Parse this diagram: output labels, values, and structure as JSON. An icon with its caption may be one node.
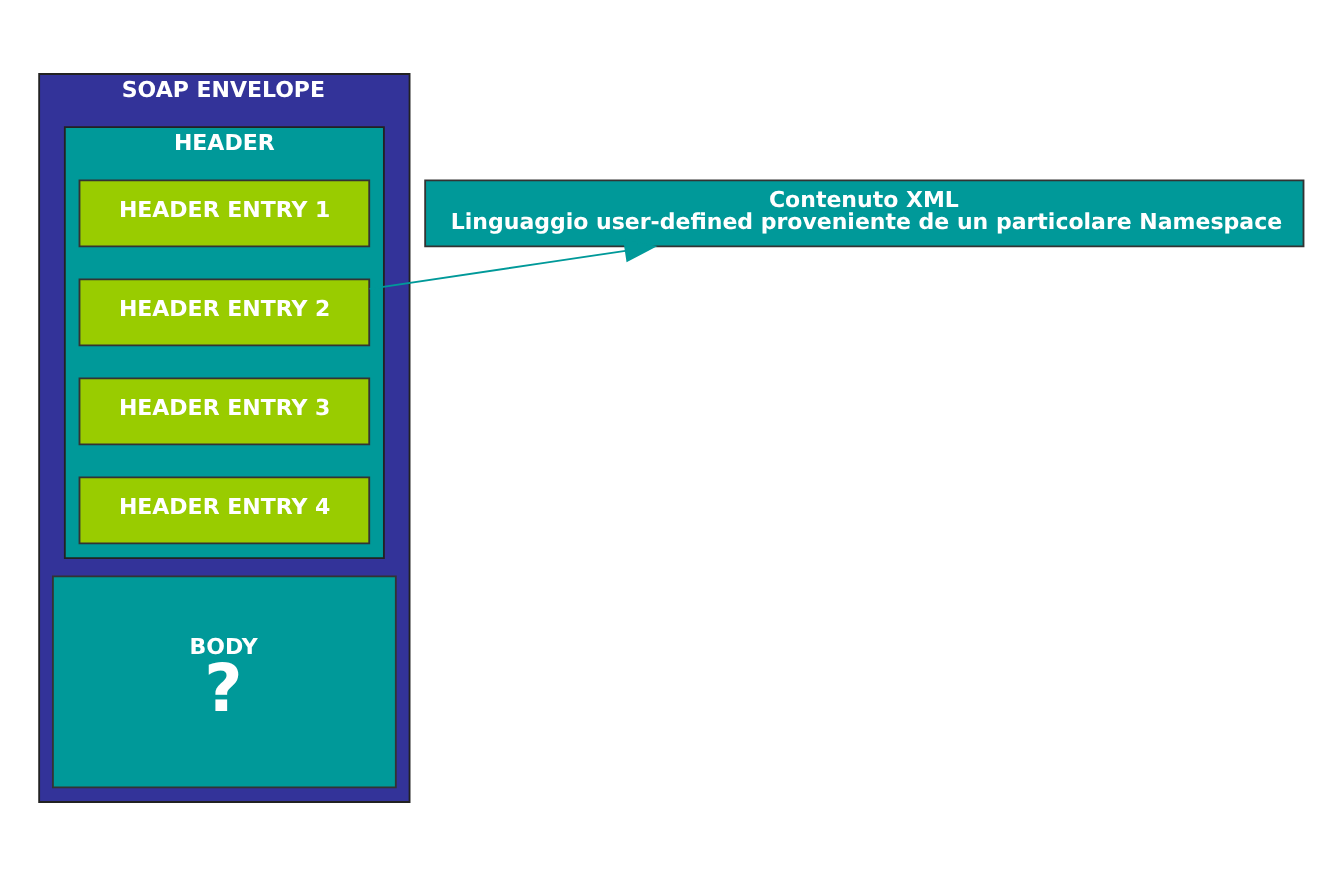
{
  "diagram": {
    "nodes": [
      {
        "text": [
          "SOAP ENVELOPE"
        ]
      },
      {
        "text": [
          "HEADER"
        ],
        "in": 0
      },
      {
        "text": [
          "HEADER ENTRY 1"
        ],
        "in": 1
      },
      {
        "text": [
          "HEADER ENTRY 2"
        ],
        "in": 1
      },
      {
        "text": [
          "HEADER ENTRY 3"
        ],
        "in": 1
      },
      {
        "text": [
          "HEADER ENTRY 4"
        ],
        "in": 1
      },
      {
        "text": [
          "BODY",
          "?"
        ],
        "in": 0
      },
      {
        "text": [
          "Contenuto XML",
          "Linguaggio user-defined proveniente de un particolare Namespace"
        ]
      }
    ],
    "edges": [
      {
        "from": 3,
        "to": 7,
        "arrow": "to"
      }
    ]
  }
}
